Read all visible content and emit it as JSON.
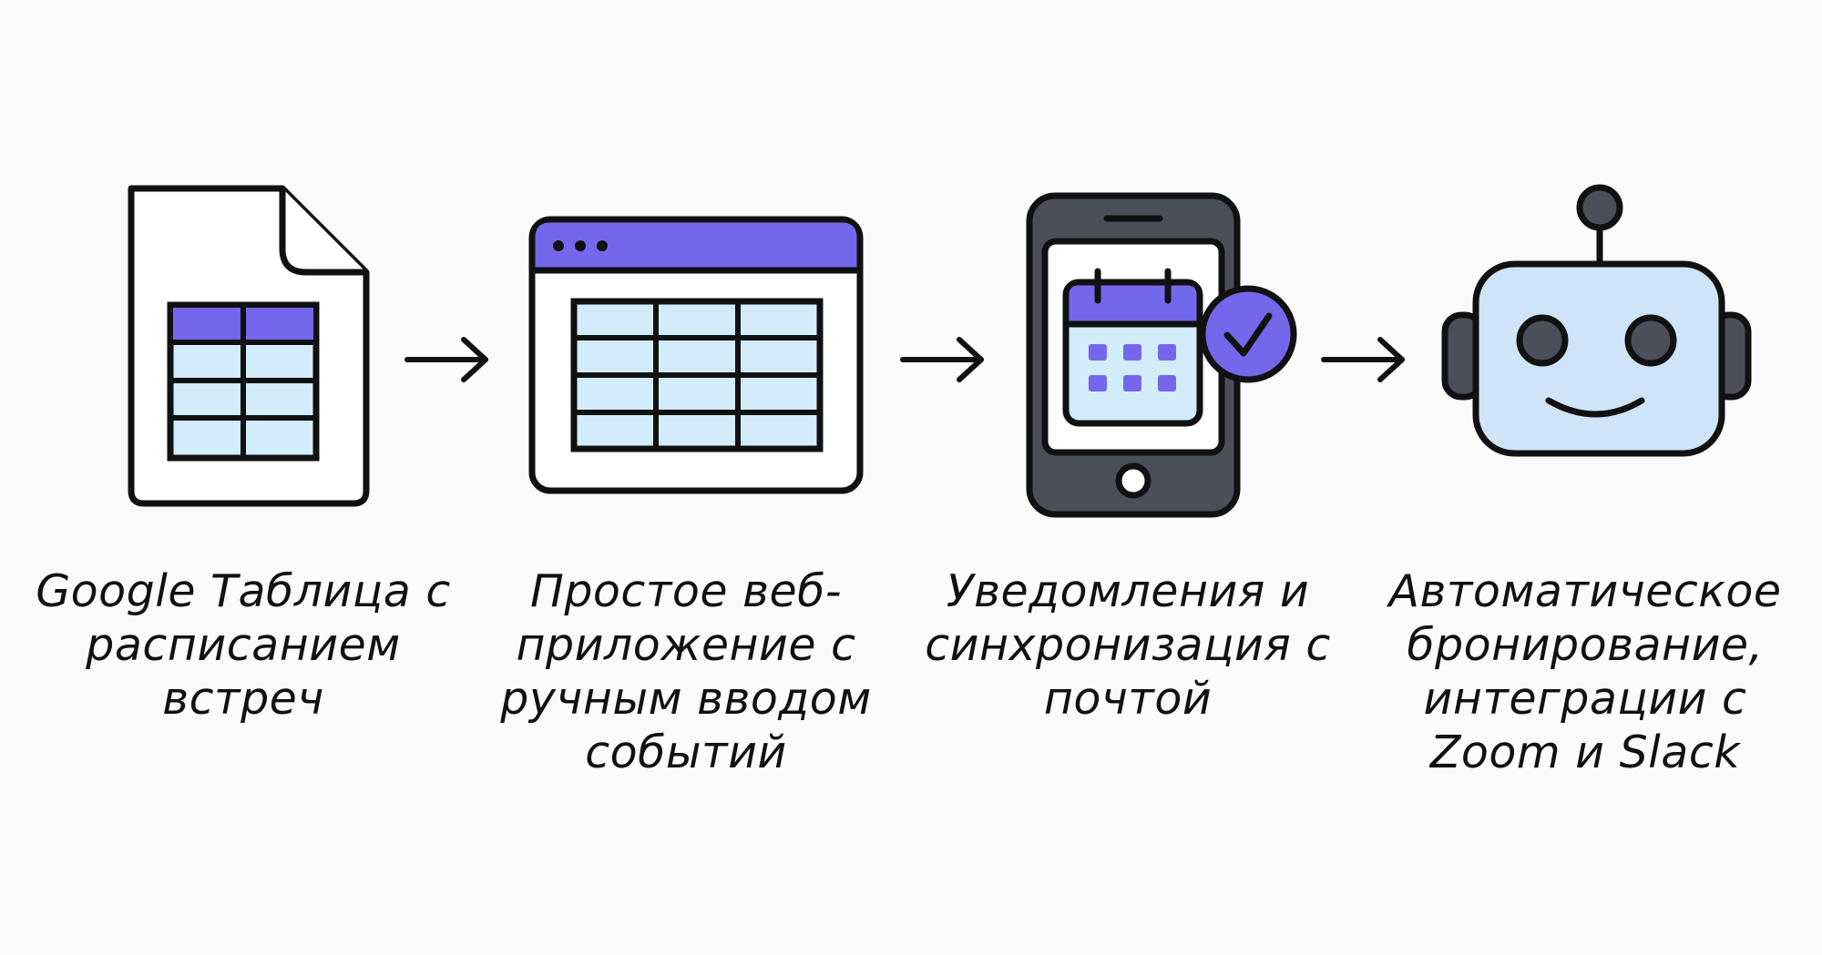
{
  "steps": [
    {
      "icon": "spreadsheet-file-icon",
      "label_lines": [
        "Google Таблица с",
        "расписанием",
        "встреч"
      ]
    },
    {
      "icon": "web-app-table-icon",
      "label_lines": [
        "Простое веб-",
        "приложение с",
        "ручным вводом",
        "событий"
      ]
    },
    {
      "icon": "phone-calendar-check-icon",
      "label_lines": [
        "Уведомления и",
        "синхронизация с",
        "почтой"
      ]
    },
    {
      "icon": "robot-icon",
      "label_lines": [
        "Автоматическое",
        "бронирование,",
        "интеграции с",
        "Zoom и Slack"
      ]
    }
  ],
  "colors": {
    "accent": "#7567ec",
    "cell": "#d3ecfb",
    "robot_face": "#cfe4f7",
    "outline": "#111111",
    "device": "#4a4f5a",
    "background": "#fbfbfb"
  }
}
